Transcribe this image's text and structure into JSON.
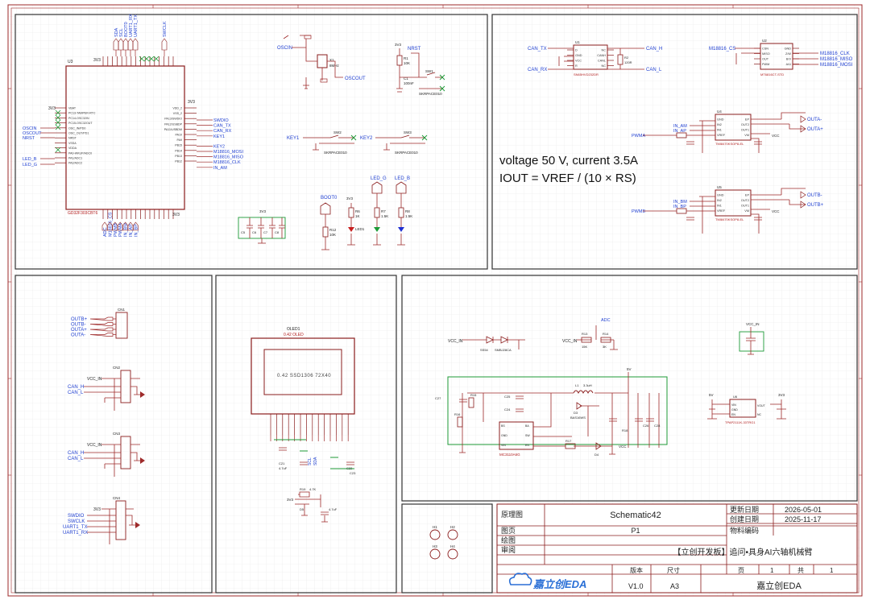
{
  "colors": {
    "frame": "#9e2a2a",
    "wire": "#9e2a2a",
    "green": "#1c9a36",
    "net": "#1f3fd1",
    "pin": "#8a1c1c",
    "grid": "#e7e7e7"
  },
  "note": {
    "line1": "voltage 50 V,  current 3.5A",
    "line2": "IOUT = VREF / (10 × RS)"
  },
  "mcu": {
    "ref": "U3",
    "part": "GD32F303CBT6",
    "pins_left": [
      "VBAT",
      "PC13-TAMPER-RTC",
      "PC14-OSC32IN",
      "PC15-OSC32OUT",
      "OSC_IN/PD0",
      "OSC_OUT/PD1",
      "NRST",
      "VSSA",
      "VDDA",
      "PA0-WKUP/ADC0",
      "PA1/ADC1",
      "PA2/ADC2"
    ],
    "pins_right": [
      "VDD_2",
      "VSS_2",
      "PA13/SWDIO",
      "PA12/USBDP",
      "PA11/USBDM",
      "PA10",
      "PA9",
      "PB15",
      "PB14",
      "PB13",
      "PB12"
    ],
    "nets_left": [
      "OSCIN",
      "OSCOUT",
      "NRST",
      "LED_B",
      "LED_G"
    ],
    "nets_right": [
      "SWDIO",
      "CAN_TX",
      "CAN_RX",
      "KEY1",
      "KEY2",
      "M18816_MOSI",
      "M18816_MISO",
      "M18816_CLK",
      "IN_AM"
    ],
    "nets_top": [
      "SDA",
      "SCL",
      "BOOT0",
      "UART1_RX",
      "UART1_TX",
      "SWCLK"
    ],
    "nets_bottom": [
      "ADC",
      "M18816_CS",
      "PWMB",
      "PWMA",
      "IN_BM",
      "IN_AP",
      "IN_BP"
    ],
    "pwr_left": "3V3",
    "pwr_right": "3V3",
    "pwr_bottom": "3V3",
    "pwr_top": "3V3"
  },
  "crystal": {
    "ref": "X1",
    "part": "8MHz",
    "in_net": "OSCIN",
    "out_net": "OSCOUT"
  },
  "reset": {
    "net": "NRST",
    "sw": "SW1",
    "sw_part": "SKRPACE010",
    "r": "R1",
    "r_val": "10K",
    "c": "C1",
    "c_val": "100nF",
    "pwr": "3V3"
  },
  "keys": [
    {
      "net": "KEY1",
      "sw": "SW2",
      "part": "SKRPACE010"
    },
    {
      "net": "KEY2",
      "sw": "SW3",
      "part": "SKRPACE010"
    }
  ],
  "boot": {
    "net": "BOOT0",
    "r": "R12",
    "r_val": "10K"
  },
  "leds": [
    {
      "net": "LED1",
      "r": "R6",
      "r_val": "1K"
    },
    {
      "net": "LED_G",
      "r": "R7",
      "r_val": "1.5K"
    },
    {
      "net": "LED_B",
      "r": "R8",
      "r_val": "1.5K"
    }
  ],
  "caps_block": {
    "pwr": "3V3",
    "caps": [
      "C5",
      "C6",
      "C7",
      "C8"
    ]
  },
  "can": {
    "ref": "U1",
    "part": "SN65HVD232DR",
    "pins": [
      "D",
      "GND",
      "VCC",
      "R",
      "NC",
      "CANH",
      "CANL",
      "NC"
    ],
    "nets_left": [
      "CAN_TX",
      "CAN_RX"
    ],
    "nets_right": [
      "CAN_H",
      "CAN_L"
    ],
    "r": "R2",
    "r_val": "120R"
  },
  "encoder": {
    "ref": "U2",
    "part": "MT6816CT-STD",
    "pins_left": [
      "CSN",
      "MISO",
      "OUT",
      "PWM"
    ],
    "pins_right": [
      "GND",
      "Z/W",
      "B/V",
      "A/U"
    ],
    "nets": [
      "M18816_CS",
      "M18816_CLK",
      "M18816_MISO",
      "M18816_MOSI"
    ]
  },
  "drivers": [
    {
      "ref": "U4",
      "part": "TMI8470KSOP8-EL",
      "pins_left": [
        "GND",
        "IN2",
        "IN1",
        "VREF"
      ],
      "pins_right": [
        "EP",
        "OUT2",
        "OUT1",
        "VM"
      ],
      "nets_in": [
        "IN_AM",
        "IN_AP"
      ],
      "pwm": "PWMA",
      "out": [
        "OUTA-",
        "OUTA+"
      ],
      "pwr": "VCC"
    },
    {
      "ref": "U5",
      "part": "TMI8470KSOP8-EL",
      "pins_left": [
        "GND",
        "IN2",
        "IN1",
        "VREF"
      ],
      "pins_right": [
        "EP",
        "OUT2",
        "OUT1",
        "VM"
      ],
      "nets_in": [
        "IN_BM",
        "IN_BP"
      ],
      "pwm": "PWMB",
      "out": [
        "OUTB-",
        "OUTB+"
      ],
      "pwr": "VCC"
    }
  ],
  "motor_conn": {
    "ref": "CN1",
    "nets": [
      "OUTB+",
      "OUTB-",
      "OUTA+",
      "OUTA-"
    ]
  },
  "connectors": [
    {
      "ref": "CN2",
      "nets": [
        "VCC_IN",
        "CAN_H",
        "CAN_L"
      ]
    },
    {
      "ref": "CN3",
      "nets": [
        "VCC_IN",
        "CAN_H",
        "CAN_L"
      ]
    },
    {
      "ref": "CN4",
      "nets": [
        "3V3",
        "SWDIO",
        "SWCLK",
        "UART1_TX",
        "UART1_RX"
      ]
    }
  ],
  "oled": {
    "ref": "OLED1",
    "part": "0.42 OLED",
    "screen_text": "0.42 SSD1306 72X40",
    "nets": [
      "SCL",
      "SDA"
    ],
    "caps": [
      "C21",
      "C22",
      "C23"
    ],
    "r": "R19",
    "r_val": "4.7K",
    "c_val": "4.7uF",
    "d": "D5",
    "pwr": "3V3"
  },
  "power": {
    "in_net": "VCC_IN",
    "d1": "SS54",
    "d2": "SMBJ28CA",
    "adc_net": "ADC",
    "r13": "R13",
    "r13_val": "15K",
    "r14": "R14",
    "r14_val": "3K",
    "buck": "MC3110A6G",
    "l": "L1",
    "l_val": "3.3uH",
    "d": "D3",
    "d_part": "BAS16WS",
    "d4": "D4",
    "out": "5V",
    "vcc": "VCC",
    "ldo": "U6",
    "ldo_part": "TPAP2111K-33TRG1",
    "ldo_pins": [
      "VIN",
      "GND",
      "EN",
      "VOUT",
      "NC"
    ],
    "ldo_out": "3V3",
    "caps": [
      "C27",
      "C25",
      "C26",
      "C24",
      "C28"
    ],
    "rs": [
      "R15",
      "R16",
      "R17",
      "R18"
    ]
  },
  "holes": [
    "H1",
    "H2",
    "H3",
    "H4"
  ],
  "title_block": {
    "lbl_principle": "原理图",
    "lbl_sheet": "图页",
    "lbl_draw": "绘图",
    "lbl_review": "审阅",
    "schematic": "Schematic42",
    "page": "P1",
    "lbl_update": "更新日期",
    "update": "2026-05-01",
    "lbl_create": "创建日期",
    "create": "2025-11-17",
    "lbl_material": "物料编码",
    "project": "【立创开发板】追问•具身AI六轴机械臂",
    "lbl_ver": "版本",
    "ver": "V1.0",
    "lbl_size": "尺寸",
    "size": "A3",
    "lbl_pg": "页",
    "pg": "1",
    "lbl_of": "共",
    "of": "1",
    "company": "嘉立创EDA",
    "logo": "嘉立创EDA"
  }
}
